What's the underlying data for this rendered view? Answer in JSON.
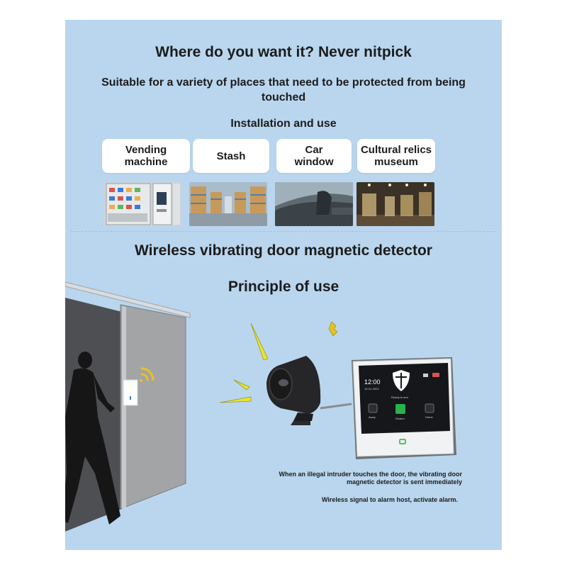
{
  "headline": "Where do you want it? Never nitpick",
  "subhead": "Suitable for a variety of places that need to be protected from being touched",
  "section_install": "Installation and use",
  "places": [
    {
      "label": "Vending machine"
    },
    {
      "label": "Stash"
    },
    {
      "label": "Car window"
    },
    {
      "label": "Cultural relics museum"
    }
  ],
  "product_title": "Wireless vibrating door magnetic detector",
  "principle_title": "Principle of use",
  "panel_screen": {
    "time": "12:00",
    "date": "15-01-2023",
    "status": "Ready to arm",
    "buttons": [
      "Away",
      "Disarm",
      "Home"
    ]
  },
  "captions": {
    "touch": "When an illegal intruder touches the door, the vibrating door magnetic detector is sent immediately",
    "signal": "Wireless signal to alarm host, activate alarm."
  },
  "colors": {
    "background": "#b9d6ee",
    "card": "#ffffff",
    "signal": "#e8c21c",
    "disarm": "#27b24a"
  }
}
